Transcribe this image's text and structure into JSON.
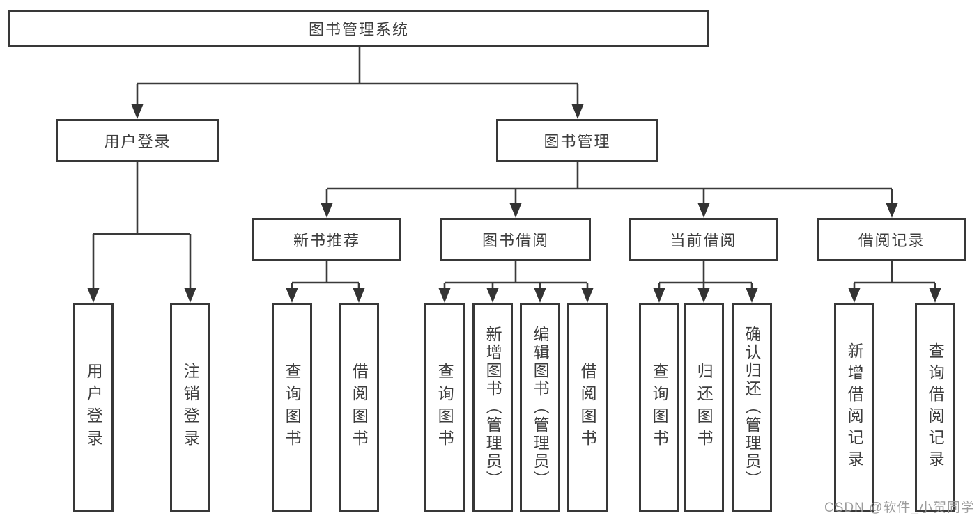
{
  "title": "图书管理系统",
  "watermark": "CSDN @软件_小贺同学",
  "colors": {
    "line": "#3a3a3a",
    "box_border": "#383838",
    "text": "#3d3d3d",
    "watermark": "#949494",
    "background": "#ffffff"
  },
  "nodes": {
    "root": {
      "label": "图书管理系统"
    },
    "user_login": {
      "label": "用户登录",
      "children": {
        "login": {
          "label": "用户登录"
        },
        "logout": {
          "label": "注销登录"
        }
      }
    },
    "book_management": {
      "label": "图书管理",
      "children": {
        "new_book_recommend": {
          "label": "新书推荐",
          "children": {
            "query_books": {
              "label": "查询图书"
            },
            "borrow_books": {
              "label": "借阅图书"
            }
          }
        },
        "book_borrowing": {
          "label": "图书借阅",
          "children": {
            "query_books": {
              "label": "查询图书"
            },
            "add_books": {
              "label": "新增图书（管理员）"
            },
            "edit_books": {
              "label": "编辑图书（管理员）"
            },
            "borrow_books": {
              "label": "借阅图书"
            }
          }
        },
        "current_borrowing": {
          "label": "当前借阅",
          "children": {
            "query_books": {
              "label": "查询图书"
            },
            "return_books": {
              "label": "归还图书"
            },
            "confirm_return": {
              "label": "确认归还（管理员）"
            }
          }
        },
        "borrowing_records": {
          "label": "借阅记录",
          "children": {
            "add_record": {
              "label": "新增借阅记录"
            },
            "query_record": {
              "label": "查询借阅记录"
            }
          }
        }
      }
    }
  }
}
